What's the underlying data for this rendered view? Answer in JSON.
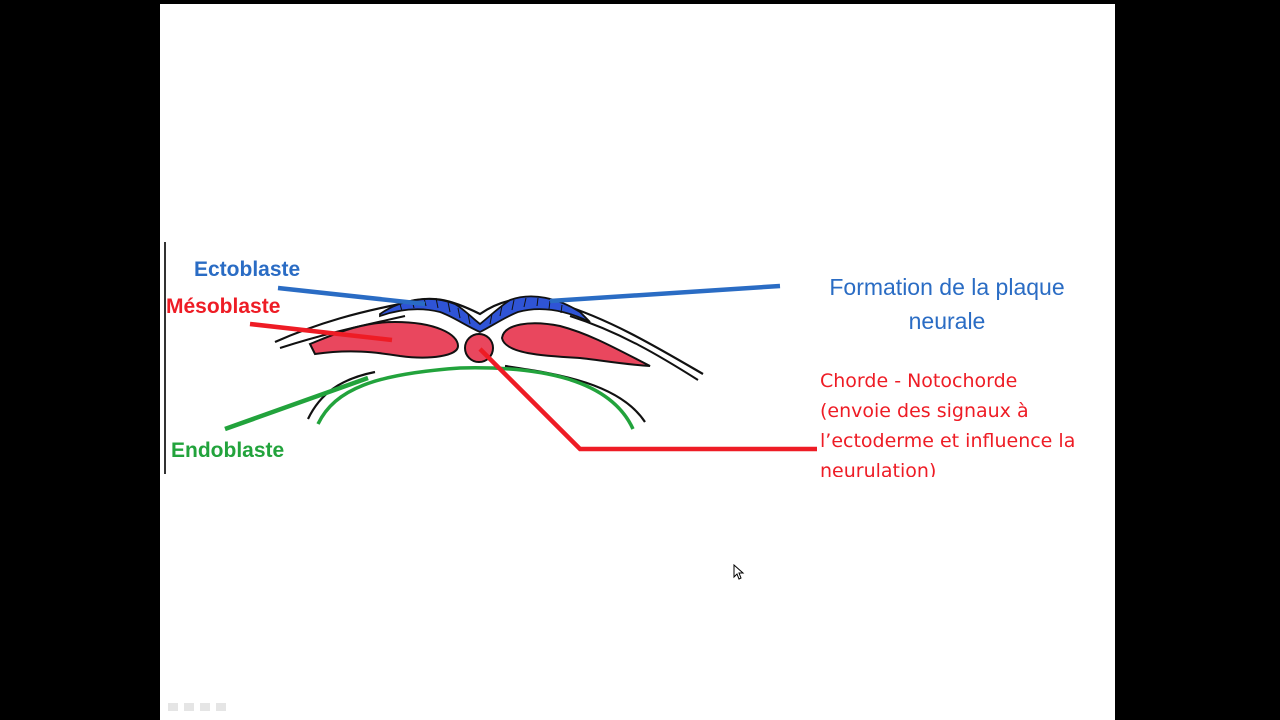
{
  "colors": {
    "background": "#000000",
    "slide": "#ffffff",
    "ectoblaste": "#2a6cc4",
    "mesoblaste": "#ee1c25",
    "endoblaste": "#22a33c",
    "mesoblaste_fill": "#e9475e",
    "neural_plate_fill": "#2f54d6",
    "outline": "#111111"
  },
  "labels": {
    "ectoblaste": "Ectoblaste",
    "mesoblaste": "Mésoblaste",
    "endoblaste": "Endoblaste",
    "plaque_line1": "Formation de la plaque",
    "plaque_line2": "neurale",
    "chorde_line1": "Chorde - Notochorde",
    "chorde_line2": "(envoie des signaux à",
    "chorde_line3": "l’ectoderme et influence  la",
    "chorde_line4": "neurulation)"
  },
  "icons": {
    "cursor": "mouse-pointer-icon"
  }
}
